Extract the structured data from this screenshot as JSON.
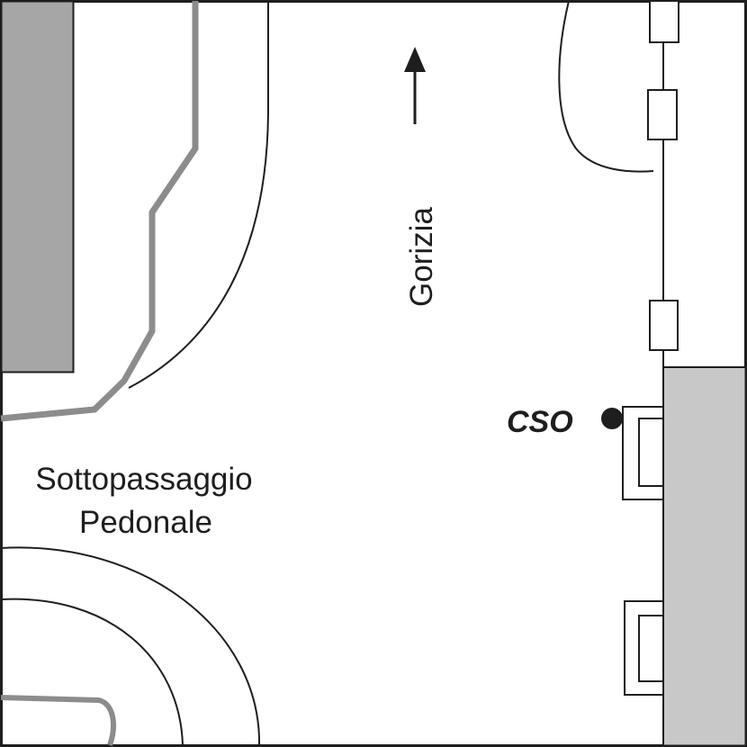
{
  "map": {
    "direction_label": "Gorizia",
    "area_label_line1": "Sottopassaggio",
    "area_label_line2": "Pedonale",
    "point_label": "CSO",
    "colors": {
      "building_fill": "#a6a6a6",
      "building_fill_light": "#c8c8c8",
      "road_line": "#1e1e1e",
      "gray_path": "#8c8c8c",
      "background": "#ffffff"
    },
    "icons": {
      "direction": "north-arrow-icon",
      "point_marker": "dot-marker-icon"
    }
  }
}
